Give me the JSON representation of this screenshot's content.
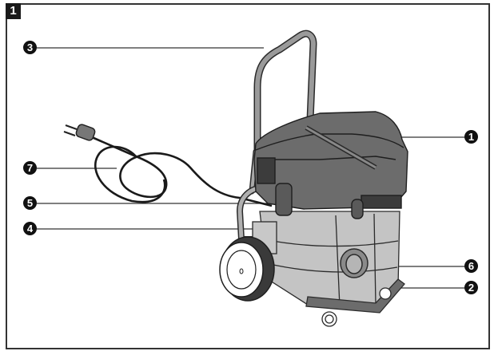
{
  "figure": {
    "number": "1",
    "subject": "wet/dry vacuum cleaner with trolley handle and power cord"
  },
  "callouts": [
    {
      "id": "1",
      "label": "1",
      "part": "lid / motor head"
    },
    {
      "id": "2",
      "label": "2",
      "part": "container base with castor wheels"
    },
    {
      "id": "3",
      "label": "3",
      "part": "push handle"
    },
    {
      "id": "4",
      "label": "4",
      "part": "trolley frame / wheel mount"
    },
    {
      "id": "5",
      "label": "5",
      "part": "lid latch / clamp"
    },
    {
      "id": "6",
      "label": "6",
      "part": "suction hose port"
    },
    {
      "id": "7",
      "label": "7",
      "part": "power cord with plug"
    }
  ],
  "colors": {
    "frame": "#333333",
    "badge": "#1a1a1a",
    "lid": "#6e6e6e",
    "body": "#bdbdbd",
    "outline": "#2b2b2b"
  }
}
